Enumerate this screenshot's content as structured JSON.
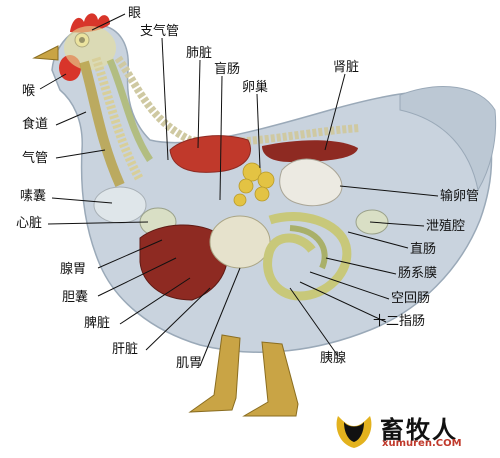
{
  "labels": {
    "eye": "眼",
    "bronchus": "支气管",
    "lung": "肺脏",
    "cecum": "盲肠",
    "ovary": "卵巢",
    "kidney": "肾脏",
    "larynx": "喉",
    "esophagus": "食道",
    "trachea": "气管",
    "crop": "嗉囊",
    "heart": "心脏",
    "oviduct": "输卵管",
    "cloaca": "泄殖腔",
    "rectum": "直肠",
    "mesentery": "肠系膜",
    "jejunum": "空回肠",
    "duodenum": "十二指肠",
    "proventriculus": "腺胃",
    "gallbladder": "胆囊",
    "spleen": "脾脏",
    "liver": "肝脏",
    "gizzard": "肌胃",
    "pancreas": "胰腺"
  },
  "watermark": {
    "text": "畜牧人",
    "url": "xumuren.COM"
  },
  "colors": {
    "body": "#c9d3de",
    "lung": "#c0392b",
    "liver": "#8e2a22",
    "intestine": "#c8c87a",
    "gizzard": "#e6e2cc",
    "ovary": "#e3c343",
    "leg": "#c9a445",
    "comb": "#d8352a"
  }
}
